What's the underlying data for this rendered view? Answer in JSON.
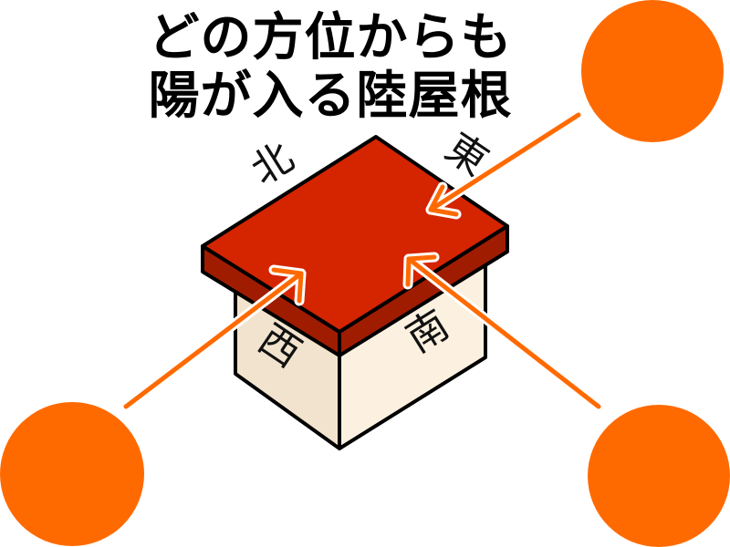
{
  "title": {
    "line1": "どの方位からも",
    "line2": "陽が入る陸屋根"
  },
  "directions": {
    "north": "北",
    "east": "東",
    "west": "西",
    "south": "南"
  },
  "colors": {
    "sun": "#ff6a00",
    "roof_top": "#d42400",
    "roof_edge": "#a01c00",
    "wall_light": "#fcf1e0",
    "wall_shade": "#f1e3cd",
    "outline": "#000000",
    "arrow_outline": "#ffffff"
  },
  "icons": {
    "sun": "sun-disc-icon",
    "arrow": "sunlight-arrow-icon"
  }
}
